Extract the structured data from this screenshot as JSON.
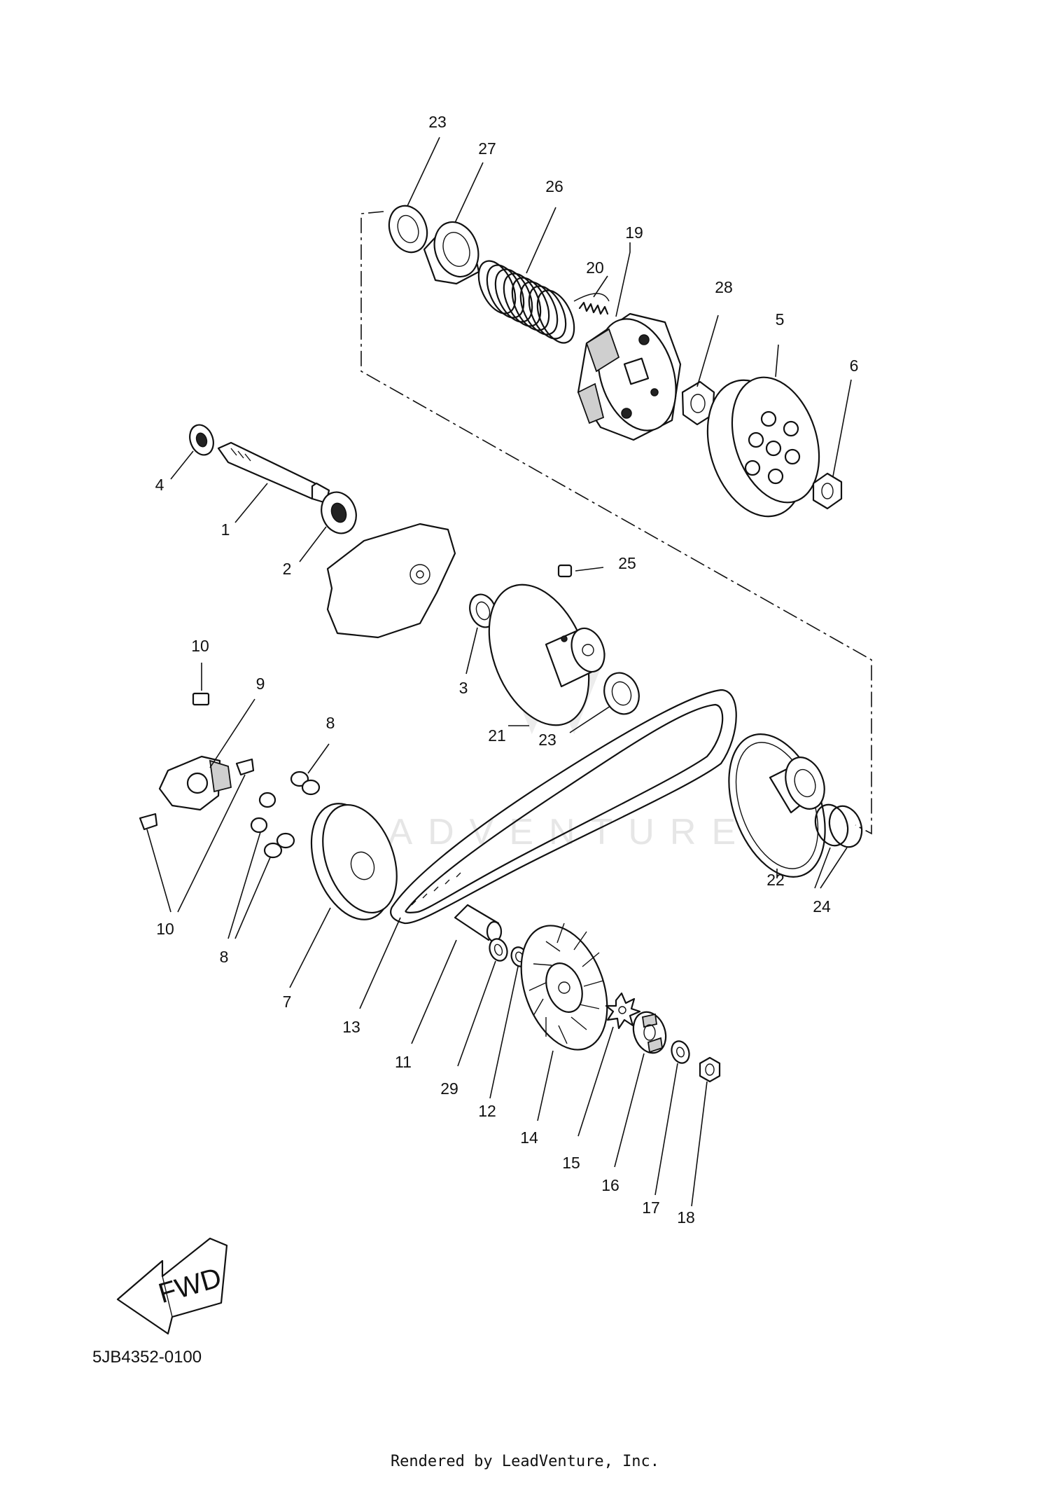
{
  "parts": {
    "p1": "1",
    "p2": "2",
    "p3": "3",
    "p4": "4",
    "p5": "5",
    "p6": "6",
    "p7": "7",
    "p8": "8",
    "p9": "9",
    "p10": "10",
    "p11": "11",
    "p12": "12",
    "p13": "13",
    "p14": "14",
    "p15": "15",
    "p16": "16",
    "p17": "17",
    "p18": "18",
    "p19": "19",
    "p20": "20",
    "p21": "21",
    "p22": "22",
    "p23": "23",
    "p24": "24",
    "p25": "25",
    "p26": "26",
    "p27": "27",
    "p28": "28",
    "p29": "29"
  },
  "fwd_label": "FWD",
  "watermark": "LEADVENTURE",
  "drawing_code": "5JB4352-0100",
  "render_credit": "Rendered by LeadVenture, Inc."
}
